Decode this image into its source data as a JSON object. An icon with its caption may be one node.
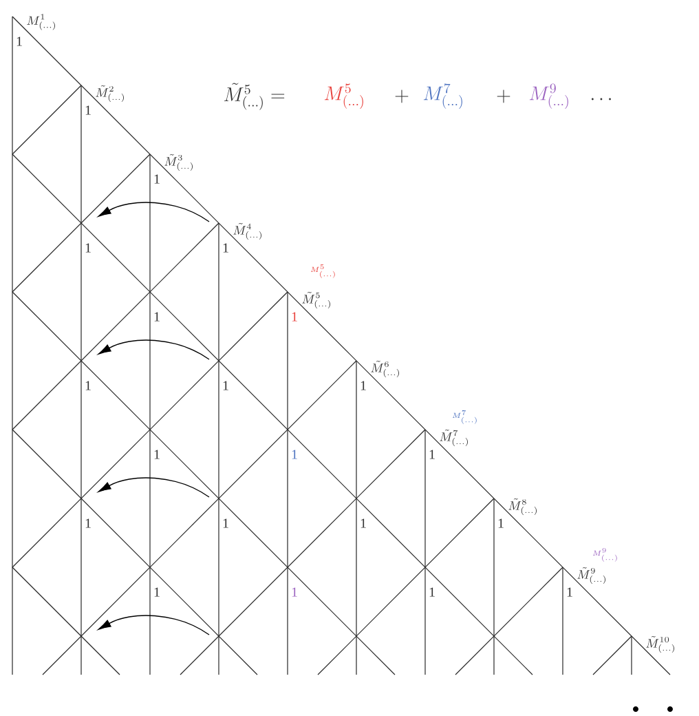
{
  "diagram": {
    "labels": [
      "M^{1}_{(\\dots)}",
      "1",
      "\\tilde{M}^{2}_{(\\dots)}",
      "\\tilde{M}^{5}_{(\\dots)} =",
      "M^{5}_{(\\dots)}",
      "+",
      "M^{7}_{(\\dots)}",
      "+",
      "M^{9}_{(\\dots)}",
      "\\dots",
      "1",
      "\\tilde{M}^{3}_{(\\dots)}",
      "1",
      "\\tilde{M}^{4}_{(\\dots)}",
      "1",
      "1",
      "M^{5}_{(\\dots)}",
      "\\tilde{M}^{5}_{(\\dots)}",
      "1",
      "1",
      "\\tilde{M}^{6}_{(\\dots)}",
      "1",
      "1",
      "1",
      "M^{7}_{(\\dots)}",
      "\\tilde{M}^{7}_{(\\dots)}",
      "1",
      "1",
      "1",
      "\\tilde{M}^{8}_{(\\dots)}",
      "1",
      "1",
      "1",
      "1",
      "M^{9}_{(\\dots)}",
      "\\tilde{M}^{9}_{(\\dots)}",
      "1",
      "1",
      "1",
      "1",
      "\\tilde{M}^{10}_{(\\dots)}"
    ]
  }
}
